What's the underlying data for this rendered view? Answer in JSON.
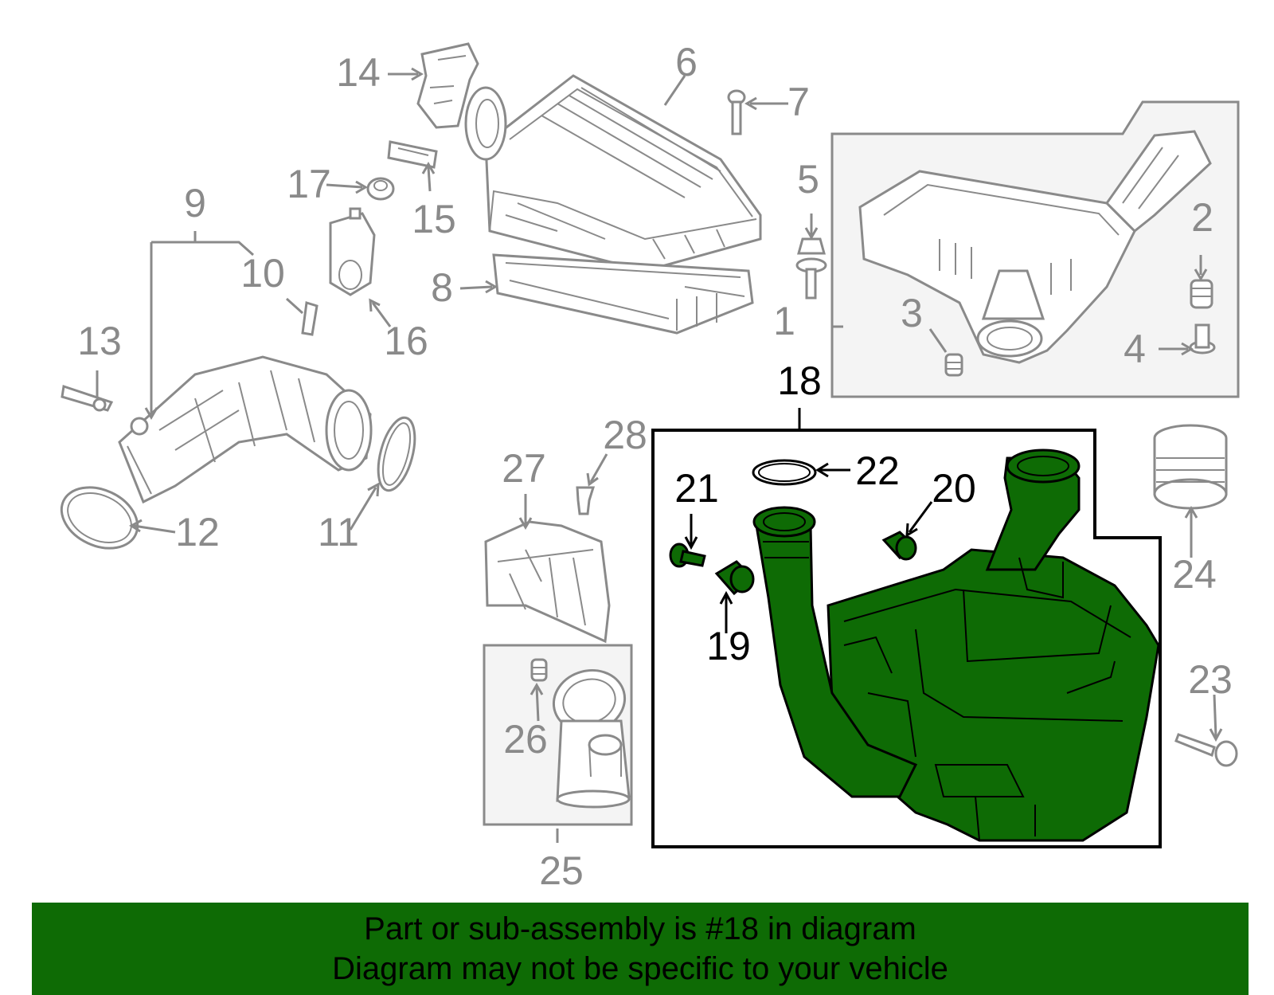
{
  "colors": {
    "highlight_green": "#0e6b05",
    "part_grey": "#8a8a8a",
    "highlight_outline": "#000000",
    "background": "#ffffff"
  },
  "callouts": {
    "c1": "1",
    "c2": "2",
    "c3": "3",
    "c4": "4",
    "c5": "5",
    "c6": "6",
    "c7": "7",
    "c8": "8",
    "c9": "9",
    "c10": "10",
    "c11": "11",
    "c12": "12",
    "c13": "13",
    "c14": "14",
    "c15": "15",
    "c16": "16",
    "c17": "17",
    "c18": "18",
    "c19": "19",
    "c20": "20",
    "c21": "21",
    "c22": "22",
    "c23": "23",
    "c24": "24",
    "c25": "25",
    "c26": "26",
    "c27": "27",
    "c28": "28"
  },
  "highlighted_part": "18",
  "banner": {
    "line1": "Part or sub-assembly is #18 in diagram",
    "line2": "Diagram may not be specific to your vehicle"
  }
}
